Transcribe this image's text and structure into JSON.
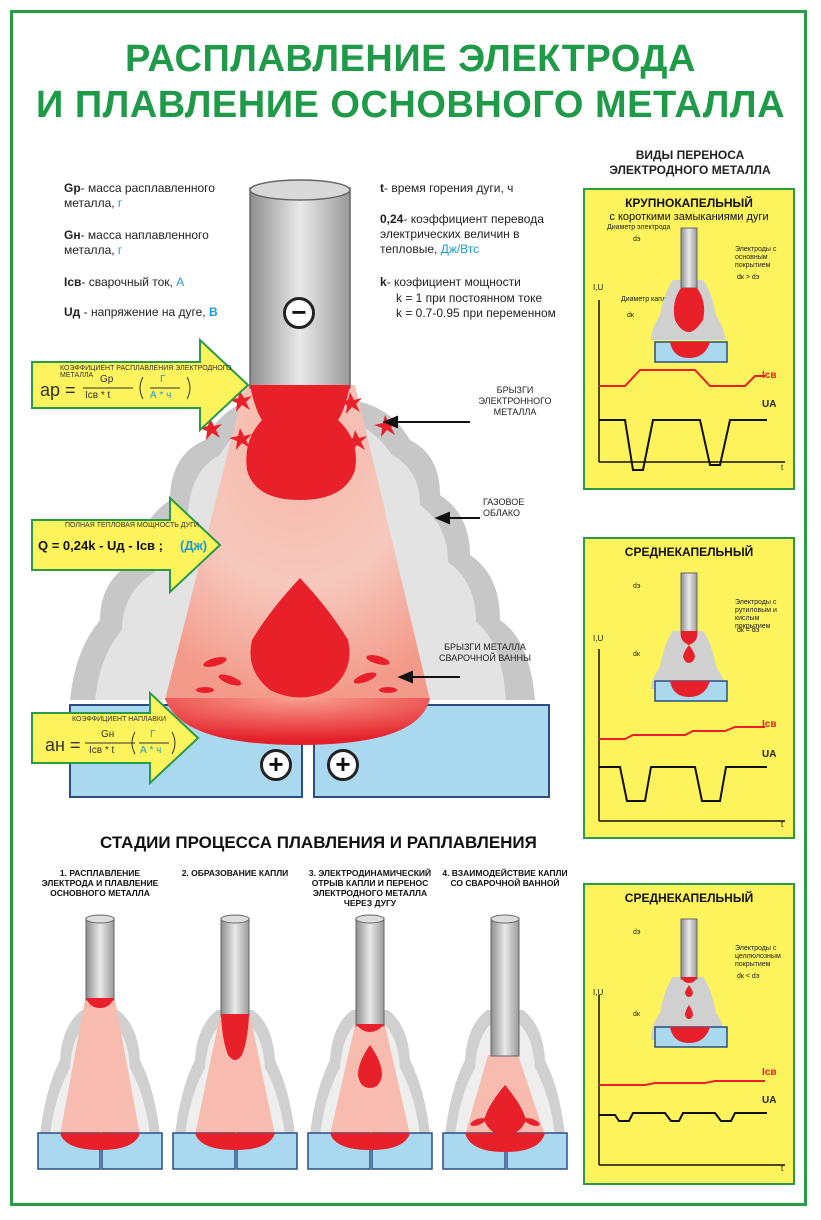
{
  "title": {
    "line1": "РАСПЛАВЛЕНИЕ ЭЛЕКТРОДА",
    "line2": "И ПЛАВЛЕНИЕ ОСНОВНОГО МЕТАЛЛА"
  },
  "legend_left": {
    "gp_sym": "Gр",
    "gp_text": "- масса расплавленного металла, ",
    "gp_unit": "г",
    "gn_sym": "Gн",
    "gn_text": "- масса наплавленного металла, ",
    "gn_unit": "г",
    "icv_sym": "Iсв",
    "icv_text": "- сварочный ток, ",
    "icv_unit": "А",
    "ud_sym": "Uд",
    "ud_text": " - напряжение на дуге, ",
    "ud_unit": "В"
  },
  "legend_right": {
    "t_sym": "t",
    "t_text": "- время горения дуги, ч",
    "c_sym": "0,24",
    "c_text": "- коэффициент перевода электрических величин в тепловые, ",
    "c_unit": "Дж/Втс",
    "k_sym": "k",
    "k_text": "- коэфициент мощности",
    "k_line1": "k = 1 при постоянном токе",
    "k_line2": "k = 0.7-0.95 при переменном"
  },
  "arrows": {
    "ap_label": "КОЭФФИЦИЕНТ РАСПЛАВЛЕНИЯ ЭЛЕКТРОДНОГО МЕТАЛЛА",
    "ap_formula_left": "aр =",
    "ap_num": "Gр",
    "ap_den": "Iсв * t",
    "ap_unit_num": "Г",
    "ap_unit_den": "А * ч",
    "q_label": "ПОЛНАЯ ТЕПЛОВАЯ МОЩНОСТЬ ДУГИ",
    "q_formula": "Q = 0,24k - Uд - Iсв ;",
    "q_unit": "(Дж)",
    "an_label": "КОЭФФИЦИЕНТ НАПЛАВКИ",
    "an_formula_left": "aн =",
    "an_num": "Gн",
    "an_den": "Iсв * t",
    "an_unit_num": "Г",
    "an_unit_den": "А * ч"
  },
  "callouts": {
    "spatter": "БРЫЗГИ ЭЛЕКТРОННОГО МЕТАЛЛА",
    "gas": "ГАЗОВОЕ ОБЛАКО",
    "pool_spatter": "БРЫЗГИ МЕТАЛЛА СВАРОЧНОЙ ВАННЫ"
  },
  "signs": {
    "minus": "−",
    "plus": "+"
  },
  "stages": {
    "title": "СТАДИИ ПРОЦЕССА ПЛАВЛЕНИЯ И РАПЛАВЛЕНИЯ",
    "s1": "1. РАСПЛАВЛЕНИЕ ЭЛЕКТРОДА И ПЛАВЛЕНИЕ ОСНОВНОГО МЕТАЛЛА",
    "s2": "2. ОБРАЗОВАНИЕ КАПЛИ",
    "s3": "3. ЭЛЕКТРОДИНАМИЧЕСКИЙ ОТРЫВ КАПЛИ И ПЕРЕНОС ЭЛЕКТРОДНОГО МЕТАЛЛА ЧЕРЕЗ ДУГУ",
    "s4": "4. ВЗАИМОДЕЙСТВИЕ КАПЛИ СО СВАРОЧНОЙ ВАННОЙ"
  },
  "transfer": {
    "heading": "ВИДЫ ПЕРЕНОСА ЭЛЕКТРОДНОГО МЕТАЛЛА",
    "p1_title": "КРУПНОКАПЕЛЬНЫЙ",
    "p1_sub": "с короткими замыканиями дуги",
    "p1_diam_el": "Диаметр электрода",
    "p1_de": "dэ",
    "p1_note": "Электроды с основным покрытием",
    "p1_rel": "dк > dэ",
    "p1_diam_drop": "Диаметр капли",
    "p1_dk": "dк",
    "p2_title": "СРЕДНЕКАПЕЛЬНЫЙ",
    "p2_de": "dэ",
    "p2_note": "Электроды с рутиловым и кислым покрытием",
    "p2_rel": "dк = dэ",
    "p2_dk": "dк",
    "p3_title": "СРЕДНЕКАПЕЛЬНЫЙ",
    "p3_de": "dэ",
    "p3_note": "Электроды с целлюлозным покрытием",
    "p3_rel": "dк < dэ",
    "p3_dk": "dк",
    "axis_y": "I,U",
    "axis_t": "t",
    "icv": "Iсв",
    "ua": "UA"
  },
  "colors": {
    "title": "#1e9a48",
    "accent": "#1a9ad6",
    "melt": "#e8202a",
    "panel": "#fdf35c",
    "base": "#a9d8ef"
  }
}
